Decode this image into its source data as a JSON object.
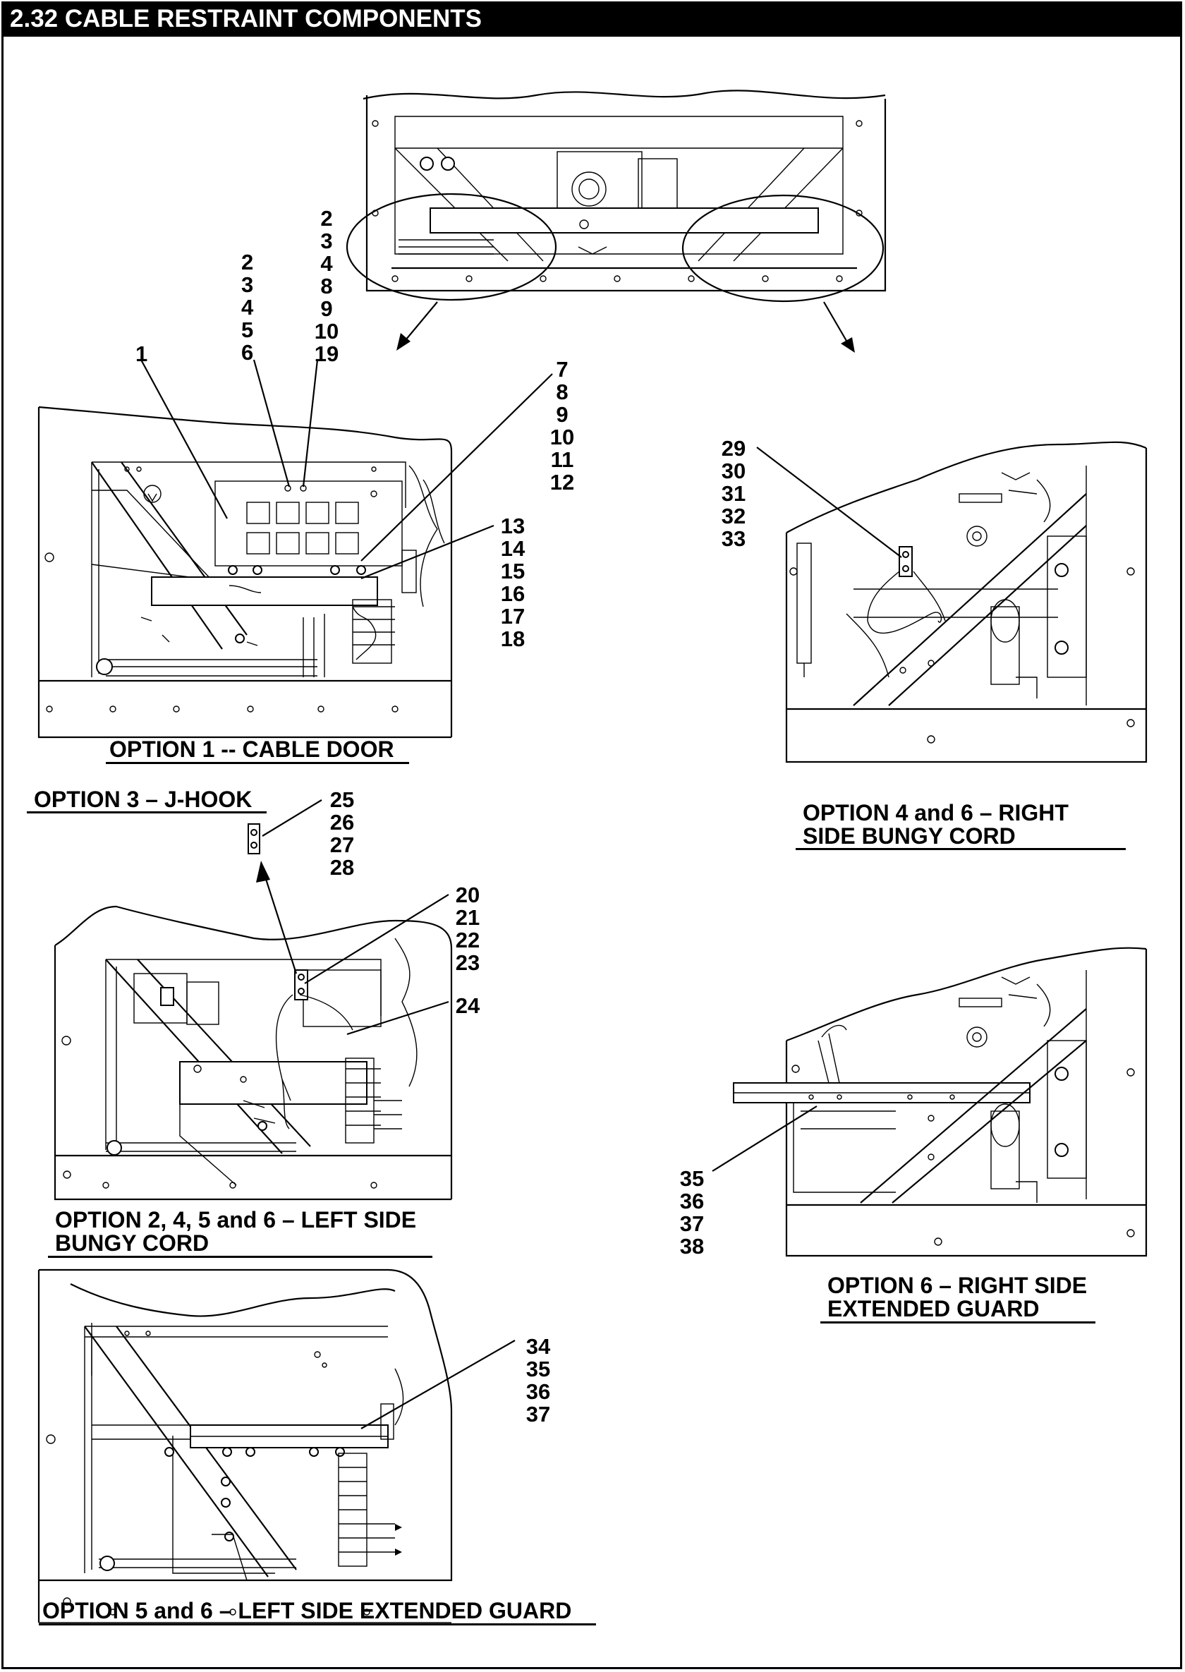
{
  "header": {
    "title": "2.32 CABLE RESTRAINT COMPONENTS"
  },
  "callouts": {
    "c1": [
      "1"
    ],
    "c2": [
      "2",
      "3",
      "4",
      "5",
      "6"
    ],
    "c3": [
      "2",
      "3",
      "4",
      "8",
      "9",
      "10",
      "19"
    ],
    "c4": [
      "7",
      "8",
      "9",
      "10",
      "11",
      "12"
    ],
    "c5": [
      "13",
      "14",
      "15",
      "16",
      "17",
      "18"
    ],
    "c6": [
      "29",
      "30",
      "31",
      "32",
      "33"
    ],
    "c7": [
      "25",
      "26",
      "27",
      "28"
    ],
    "c8": [
      "20",
      "21",
      "22",
      "23"
    ],
    "c9": [
      "24"
    ],
    "c10": [
      "35",
      "36",
      "37",
      "38"
    ],
    "c11": [
      "34",
      "35",
      "36",
      "37"
    ]
  },
  "captions": {
    "opt1": "OPTION 1 -- CABLE DOOR",
    "opt3": "OPTION 3 – J-HOOK",
    "opt46_l1": "OPTION 4 and 6 – RIGHT",
    "opt46_l2": "SIDE BUNGY CORD",
    "opt2456_l1": "OPTION 2, 4, 5 and 6 – LEFT SIDE",
    "opt2456_l2": "BUNGY CORD",
    "opt6_l1": "OPTION 6 – RIGHT SIDE",
    "opt6_l2": "EXTENDED GUARD",
    "opt56": "OPTION 5 and 6 – LEFT SIDE EXTENDED GUARD"
  }
}
